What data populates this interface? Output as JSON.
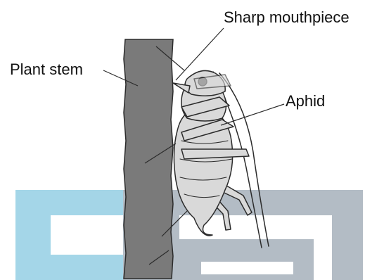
{
  "labels": {
    "sharp_mouthpiece": "Sharp mouthpiece",
    "plant_stem": "Plant stem",
    "aphid": "Aphid"
  },
  "colors": {
    "stem_fill": "#7a7a7a",
    "aphid_fill": "#d9d9d9",
    "outline": "#2b2b2b",
    "watermark_cyan": "#86c8e0",
    "watermark_gray": "#9aa6b2"
  }
}
